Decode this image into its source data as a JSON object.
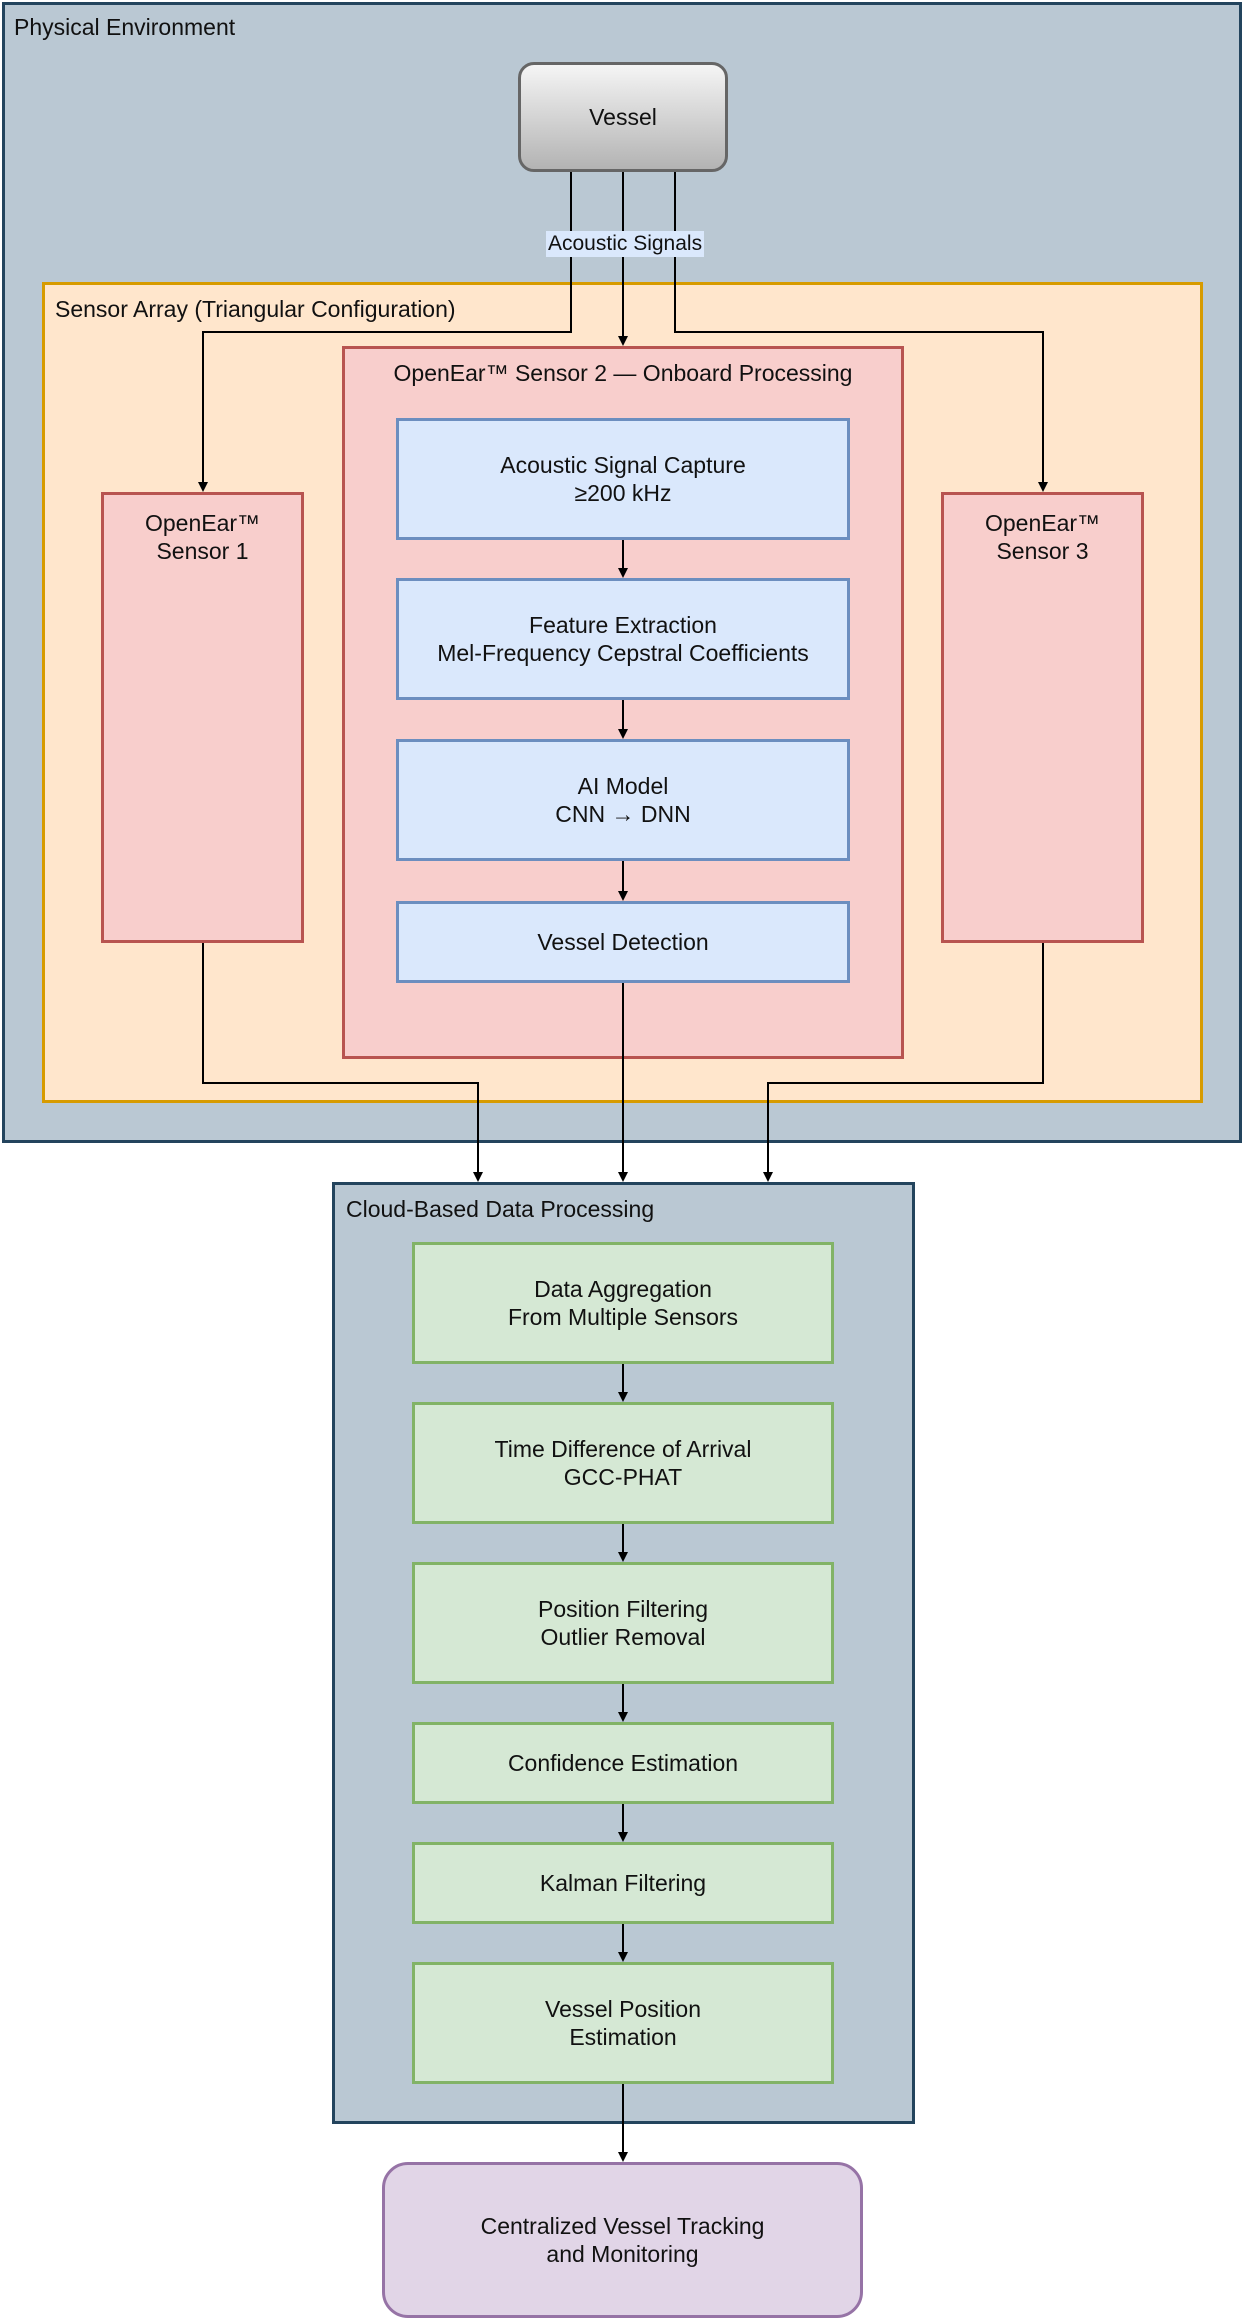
{
  "physical_environment": {
    "title": "Physical Environment"
  },
  "vessel": {
    "label": "Vessel"
  },
  "acoustic_signals": {
    "label": "Acoustic Signals"
  },
  "sensor_array": {
    "title": "Sensor Array (Triangular Configuration)",
    "sensor1": {
      "line1": "OpenEar™",
      "line2": "Sensor 1"
    },
    "sensor3": {
      "line1": "OpenEar™",
      "line2": "Sensor 3"
    },
    "sensor2": {
      "title": "OpenEar™ Sensor 2 — Onboard Processing",
      "steps": [
        {
          "line1": "Acoustic Signal Capture",
          "line2": "≥200 kHz"
        },
        {
          "line1": "Feature Extraction",
          "line2": "Mel-Frequency Cepstral Coefficients"
        },
        {
          "line1": "AI Model",
          "line2": "CNN → DNN"
        },
        {
          "line1": "Vessel Detection",
          "line2": ""
        }
      ]
    }
  },
  "cloud": {
    "title": "Cloud-Based Data Processing",
    "steps": [
      {
        "line1": "Data Aggregation",
        "line2": "From Multiple Sensors"
      },
      {
        "line1": "Time Difference of Arrival",
        "line2": "GCC-PHAT"
      },
      {
        "line1": "Position Filtering",
        "line2": "Outlier Removal"
      },
      {
        "line1": "Confidence Estimation",
        "line2": ""
      },
      {
        "line1": "Kalman Filtering",
        "line2": ""
      },
      {
        "line1": "Vessel Position",
        "line2": "Estimation"
      }
    ]
  },
  "output": {
    "line1": "Centralized Vessel Tracking",
    "line2": "and Monitoring"
  },
  "colors": {
    "environment_fill": "#bac8d3",
    "environment_stroke": "#23445d",
    "array_fill": "#ffe6cc",
    "array_stroke": "#d79b00",
    "sensor_fill": "#f8cecc",
    "sensor_stroke": "#b85450",
    "process_fill": "#dae8fc",
    "process_stroke": "#6c8ebf",
    "cloud_fill": "#d5e8d4",
    "cloud_stroke": "#82b366",
    "output_fill": "#e1d5e7",
    "output_stroke": "#9673a6"
  }
}
